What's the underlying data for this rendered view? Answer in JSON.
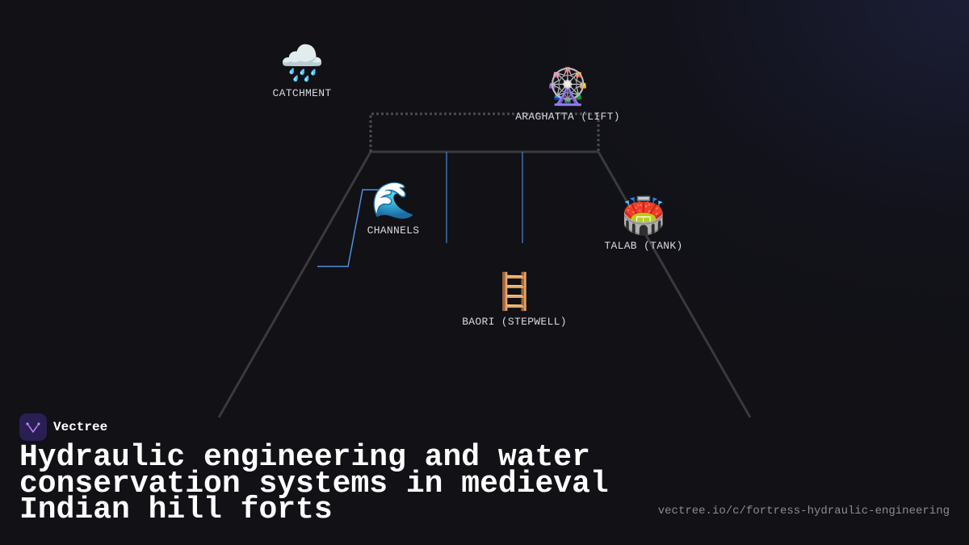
{
  "diagram": {
    "nodes": [
      {
        "id": "catchment",
        "label": "CATCHMENT",
        "icon": "rain-cloud-icon",
        "glyph": "🌧️"
      },
      {
        "id": "araghatta",
        "label": "ARAGHATTA (LIFT)",
        "icon": "ferris-wheel-icon",
        "glyph": "🎡"
      },
      {
        "id": "channels",
        "label": "CHANNELS",
        "icon": "water-wave-icon",
        "glyph": "🌊"
      },
      {
        "id": "talab",
        "label": "TALAB (TANK)",
        "icon": "stadium-icon",
        "glyph": "🏟️"
      },
      {
        "id": "baori",
        "label": "BAORI (STEPWELL)",
        "icon": "ladder-icon",
        "glyph": "🪜"
      }
    ],
    "colors": {
      "structure": "#3a3a3e",
      "dashed": "#4a4a4e",
      "channel": "#4f8fe0"
    }
  },
  "brand": {
    "name": "Vectree",
    "logo": "vectree-logo-icon"
  },
  "title": "Hydraulic engineering and water conservation systems in medieval Indian hill forts",
  "url": "vectree.io/c/fortress-hydraulic-engineering"
}
